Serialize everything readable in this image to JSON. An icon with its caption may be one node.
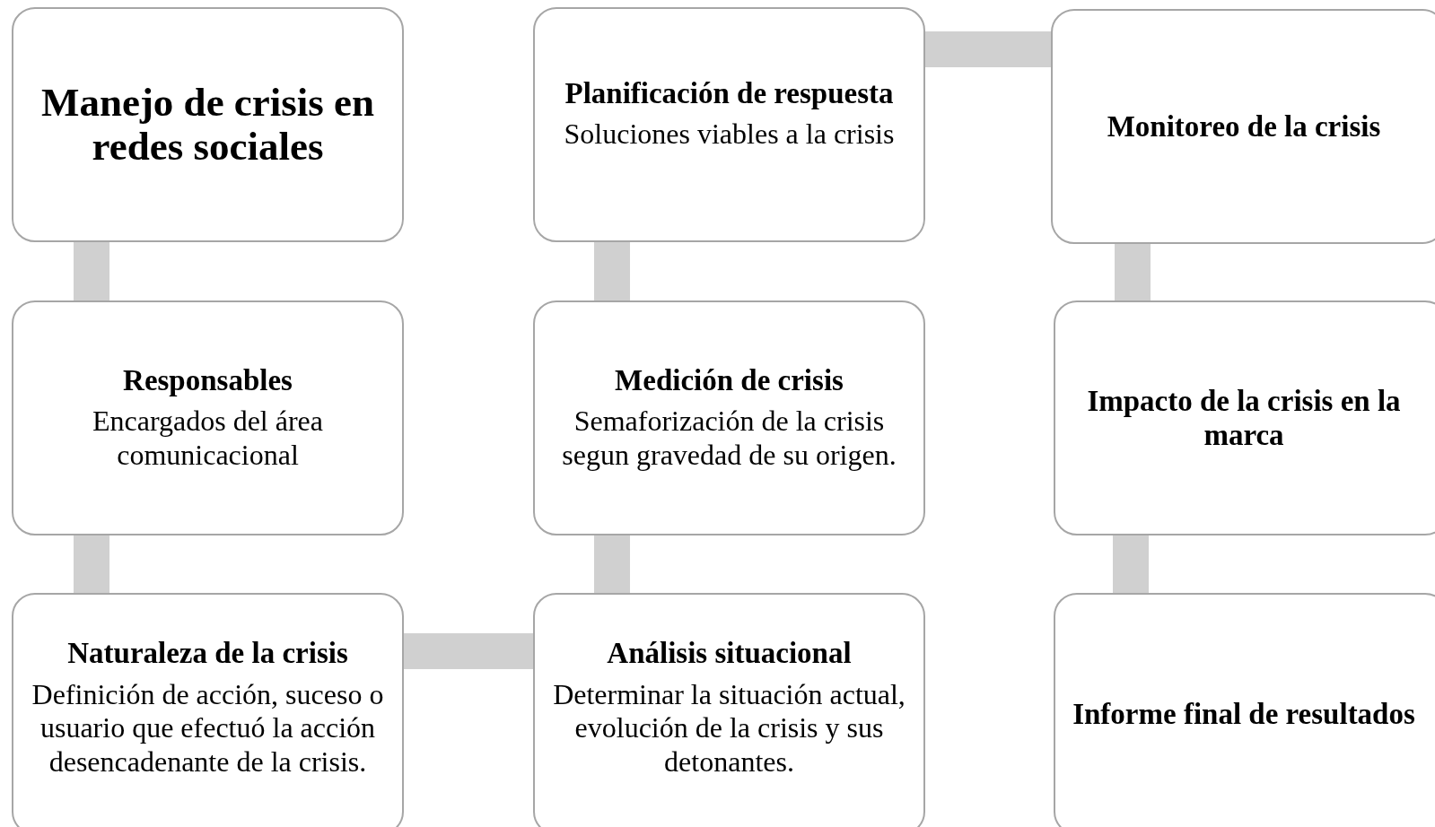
{
  "diagram": {
    "nodes": [
      {
        "text": [
          "Manejo de crisis en redes sociales"
        ]
      },
      {
        "text": [
          "Responsables",
          "Encargados del área comunicacional"
        ]
      },
      {
        "text": [
          "Naturaleza de la crisis",
          "Definición de acción, suceso o usuario que efectuó la acción desencadenante de la crisis."
        ]
      },
      {
        "text": [
          "Análisis situacional",
          "Determinar la situación actual, evolución de la crisis y sus detonantes."
        ]
      },
      {
        "text": [
          "Medición de crisis",
          "Semaforización de la crisis segun gravedad de su origen."
        ]
      },
      {
        "text": [
          "Planificación de respuesta",
          "Soluciones viables a la crisis"
        ]
      },
      {
        "text": [
          "Monitoreo de la crisis"
        ]
      },
      {
        "text": [
          "Impacto de la crisis en la marca"
        ]
      },
      {
        "text": [
          "Informe final de resultados"
        ]
      }
    ],
    "edges": [
      {
        "from": 0,
        "to": 1,
        "arrow": "none"
      },
      {
        "from": 1,
        "to": 2,
        "arrow": "none"
      },
      {
        "from": 2,
        "to": 3,
        "arrow": "none"
      },
      {
        "from": 3,
        "to": 4,
        "arrow": "none"
      },
      {
        "from": 4,
        "to": 5,
        "arrow": "none"
      },
      {
        "from": 5,
        "to": 6,
        "arrow": "none"
      },
      {
        "from": 6,
        "to": 7,
        "arrow": "none"
      },
      {
        "from": 7,
        "to": 8,
        "arrow": "none"
      }
    ]
  }
}
